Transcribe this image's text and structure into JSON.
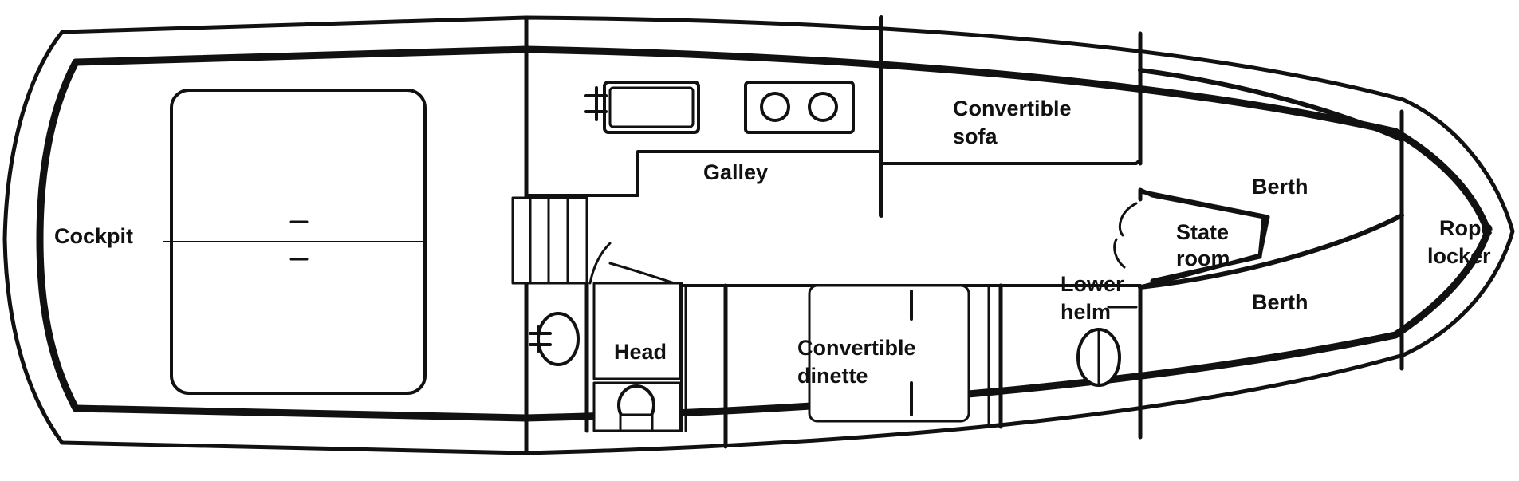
{
  "labels": {
    "cockpit": "Cockpit",
    "galley": "Galley",
    "sofa_1": "Convertible",
    "sofa_2": "sofa",
    "head": "Head",
    "dinette_1": "Convertible",
    "dinette_2": "dinette",
    "helm_1": "Lower",
    "helm_2": "helm",
    "state_1": "State",
    "state_2": "room",
    "berth_upper": "Berth",
    "berth_lower": "Berth",
    "rope_1": "Rope",
    "rope_2": "locker"
  },
  "colors": {
    "ink": "#111111",
    "paper": "#ffffff"
  }
}
